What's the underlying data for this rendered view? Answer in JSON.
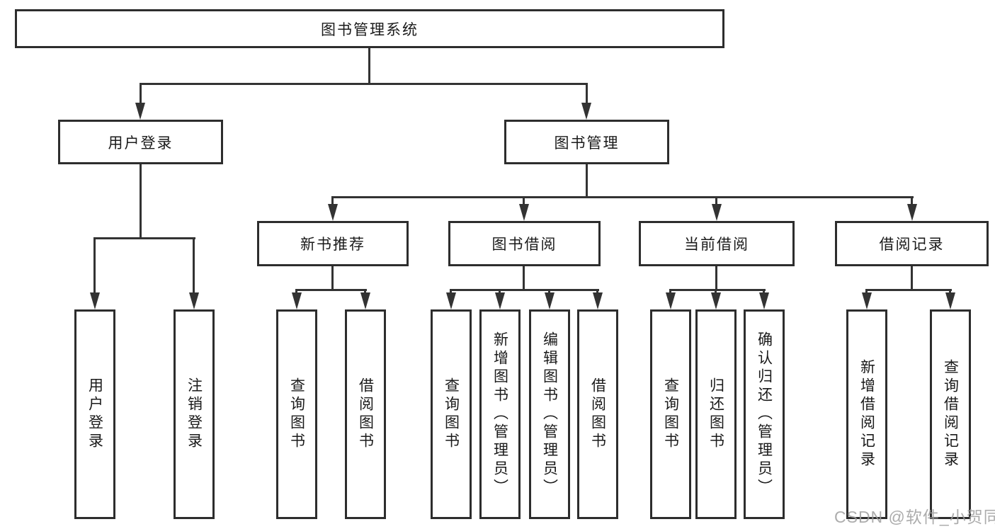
{
  "diagram_title": "图书管理系统",
  "tree": {
    "label": "图书管理系统",
    "children": [
      {
        "label": "用户登录",
        "children": [
          {
            "label": "用户登录"
          },
          {
            "label": "注销登录"
          }
        ]
      },
      {
        "label": "图书管理",
        "children": [
          {
            "label": "新书推荐",
            "children": [
              {
                "label": "查询图书"
              },
              {
                "label": "借阅图书"
              }
            ]
          },
          {
            "label": "图书借阅",
            "children": [
              {
                "label": "查询图书"
              },
              {
                "label": "新增图书（管理员）"
              },
              {
                "label": "编辑图书（管理员）"
              },
              {
                "label": "借阅图书"
              }
            ]
          },
          {
            "label": "当前借阅",
            "children": [
              {
                "label": "查询图书"
              },
              {
                "label": "归还图书"
              },
              {
                "label": "确认归还（管理员）"
              }
            ]
          },
          {
            "label": "借阅记录",
            "children": [
              {
                "label": "新增借阅记录"
              },
              {
                "label": "查询借阅记录"
              }
            ]
          }
        ]
      }
    ]
  },
  "watermark": {
    "text": "CSDN @软件_小贺同学"
  },
  "colors": {
    "line": "#333333",
    "border": "#2d2d2d",
    "text": "#1a1a1a",
    "background": "#ffffff",
    "watermark": "#9e9e9e"
  }
}
